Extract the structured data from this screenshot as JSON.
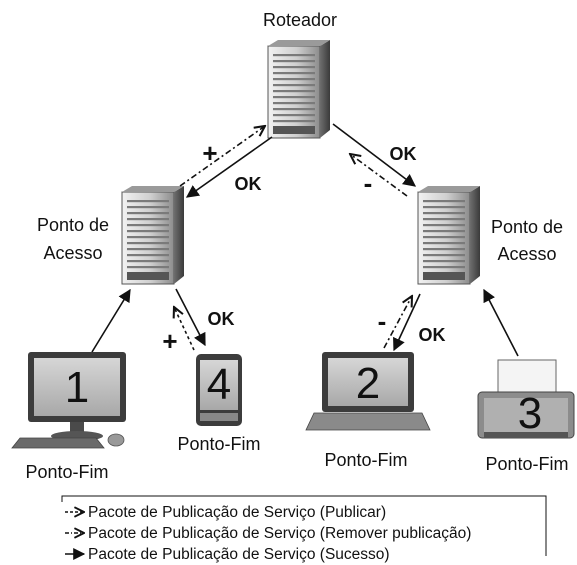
{
  "nodes": {
    "router": {
      "label": "Roteador"
    },
    "ap_left": {
      "label_line1": "Ponto de",
      "label_line2": "Acesso"
    },
    "ap_right": {
      "label_line1": "Ponto de",
      "label_line2": "Acesso"
    },
    "endpoint1": {
      "number": "1",
      "label": "Ponto-Fim"
    },
    "endpoint4": {
      "number": "4",
      "label": "Ponto-Fim"
    },
    "endpoint2": {
      "number": "2",
      "label": "Ponto-Fim"
    },
    "endpoint3": {
      "number": "3",
      "label": "Ponto-Fim"
    }
  },
  "edge_labels": {
    "router_left_sign": "+",
    "router_left_ok": "OK",
    "router_right_ok": "OK",
    "router_right_sign": "-",
    "phone_sign": "+",
    "phone_ok": "OK",
    "laptop_sign": "-",
    "laptop_ok": "OK"
  },
  "legend": {
    "items": [
      {
        "label": "Pacote de Publicação de Serviço (Publicar)"
      },
      {
        "label": "Pacote de Publicação de Serviço (Remover publicação)"
      },
      {
        "label": "Pacote de Publicação de Serviço (Sucesso)"
      }
    ]
  },
  "colors": {
    "server_light": "#e6e6e6",
    "server_dark": "#4a4a4a",
    "device_screen": "#bdbdbd",
    "outline": "#333333",
    "arrow": "#111111"
  },
  "icons": [
    "server-icon",
    "desktop-computer-icon",
    "smartphone-icon",
    "laptop-icon",
    "printer-icon"
  ]
}
